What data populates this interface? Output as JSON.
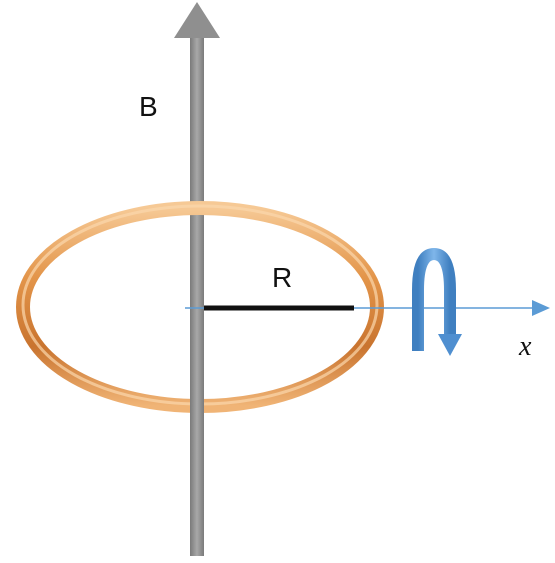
{
  "labels": {
    "field": "B",
    "radius": "R",
    "axis": "x"
  },
  "colors": {
    "b_arrow": "#8a8a8a",
    "ring": "#d98a3a",
    "ring_highlight": "#f4c48a",
    "ring_shadow": "#a3571a",
    "radius_line": "#111111",
    "x_axis": "#5b9bd5",
    "rotation_arrow": "#5b9bd5"
  },
  "icons": {
    "rotation": "rotation-arrow-icon"
  }
}
